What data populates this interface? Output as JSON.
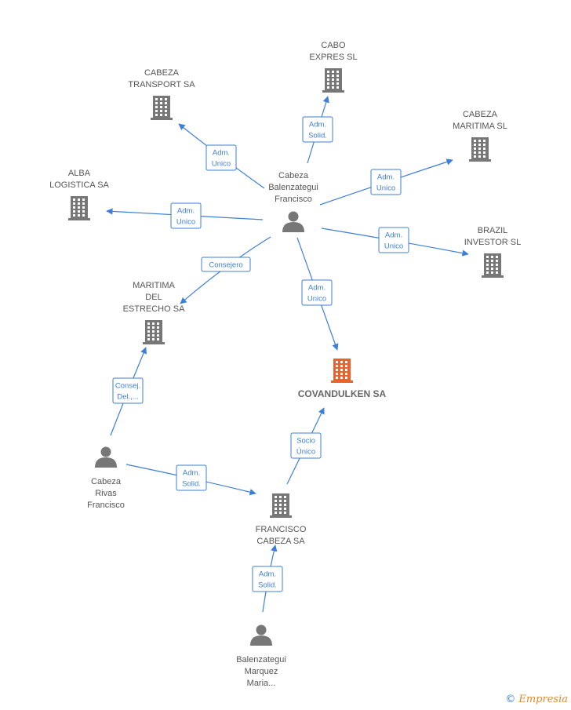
{
  "colors": {
    "edge": "#3d7fd8",
    "company": "#777777",
    "main_company": "#f0602a",
    "person": "#777777"
  },
  "nodes": [
    {
      "id": "cabo",
      "type": "company",
      "lines": [
        "CABO",
        "EXPRES SL"
      ]
    },
    {
      "id": "transport",
      "type": "company",
      "lines": [
        "CABEZA",
        "TRANSPORT SA"
      ]
    },
    {
      "id": "maritimasl",
      "type": "company",
      "lines": [
        "CABEZA",
        "MARITIMA SL"
      ]
    },
    {
      "id": "alba",
      "type": "company",
      "lines": [
        "ALBA",
        "LOGISTICA SA"
      ]
    },
    {
      "id": "brazil",
      "type": "company",
      "lines": [
        "BRAZIL",
        "INVESTOR SL"
      ]
    },
    {
      "id": "estrecho",
      "type": "company",
      "lines": [
        "MARITIMA",
        "DEL",
        "ESTRECHO SA"
      ]
    },
    {
      "id": "covandulken",
      "type": "main",
      "lines": [
        "COVANDULKEN SA"
      ]
    },
    {
      "id": "francisco_sa",
      "type": "company",
      "lines": [
        "FRANCISCO",
        "CABEZA SA"
      ]
    },
    {
      "id": "p_balenzategui",
      "type": "person",
      "lines": [
        "Cabeza",
        "Balenzategui",
        "Francisco"
      ]
    },
    {
      "id": "p_rivas",
      "type": "person",
      "lines": [
        "Cabeza",
        "Rivas",
        "Francisco"
      ]
    },
    {
      "id": "p_marquez",
      "type": "person",
      "lines": [
        "Balenzategui",
        "Marquez",
        "Maria..."
      ]
    }
  ],
  "edges": [
    {
      "from": "p_balenzategui",
      "to": "cabo",
      "label": [
        "Adm.",
        "Solid."
      ]
    },
    {
      "from": "p_balenzategui",
      "to": "transport",
      "label": [
        "Adm.",
        "Unico"
      ]
    },
    {
      "from": "p_balenzategui",
      "to": "maritimasl",
      "label": [
        "Adm.",
        "Unico"
      ]
    },
    {
      "from": "p_balenzategui",
      "to": "alba",
      "label": [
        "Adm.",
        "Unico"
      ]
    },
    {
      "from": "p_balenzategui",
      "to": "brazil",
      "label": [
        "Adm.",
        "Unico"
      ]
    },
    {
      "from": "p_balenzategui",
      "to": "estrecho",
      "label": [
        "Consejero"
      ]
    },
    {
      "from": "p_balenzategui",
      "to": "covandulken",
      "label": [
        "Adm.",
        "Unico"
      ]
    },
    {
      "from": "p_rivas",
      "to": "estrecho",
      "label": [
        "Consej.",
        "Del.,..."
      ]
    },
    {
      "from": "p_rivas",
      "to": "francisco_sa",
      "label": [
        "Adm.",
        "Solid."
      ]
    },
    {
      "from": "francisco_sa",
      "to": "covandulken",
      "label": [
        "Socio",
        "Único"
      ]
    },
    {
      "from": "p_marquez",
      "to": "francisco_sa",
      "label": [
        "Adm.",
        "Solid."
      ]
    }
  ],
  "brand": {
    "copyright": "©",
    "name": "Empresia"
  }
}
